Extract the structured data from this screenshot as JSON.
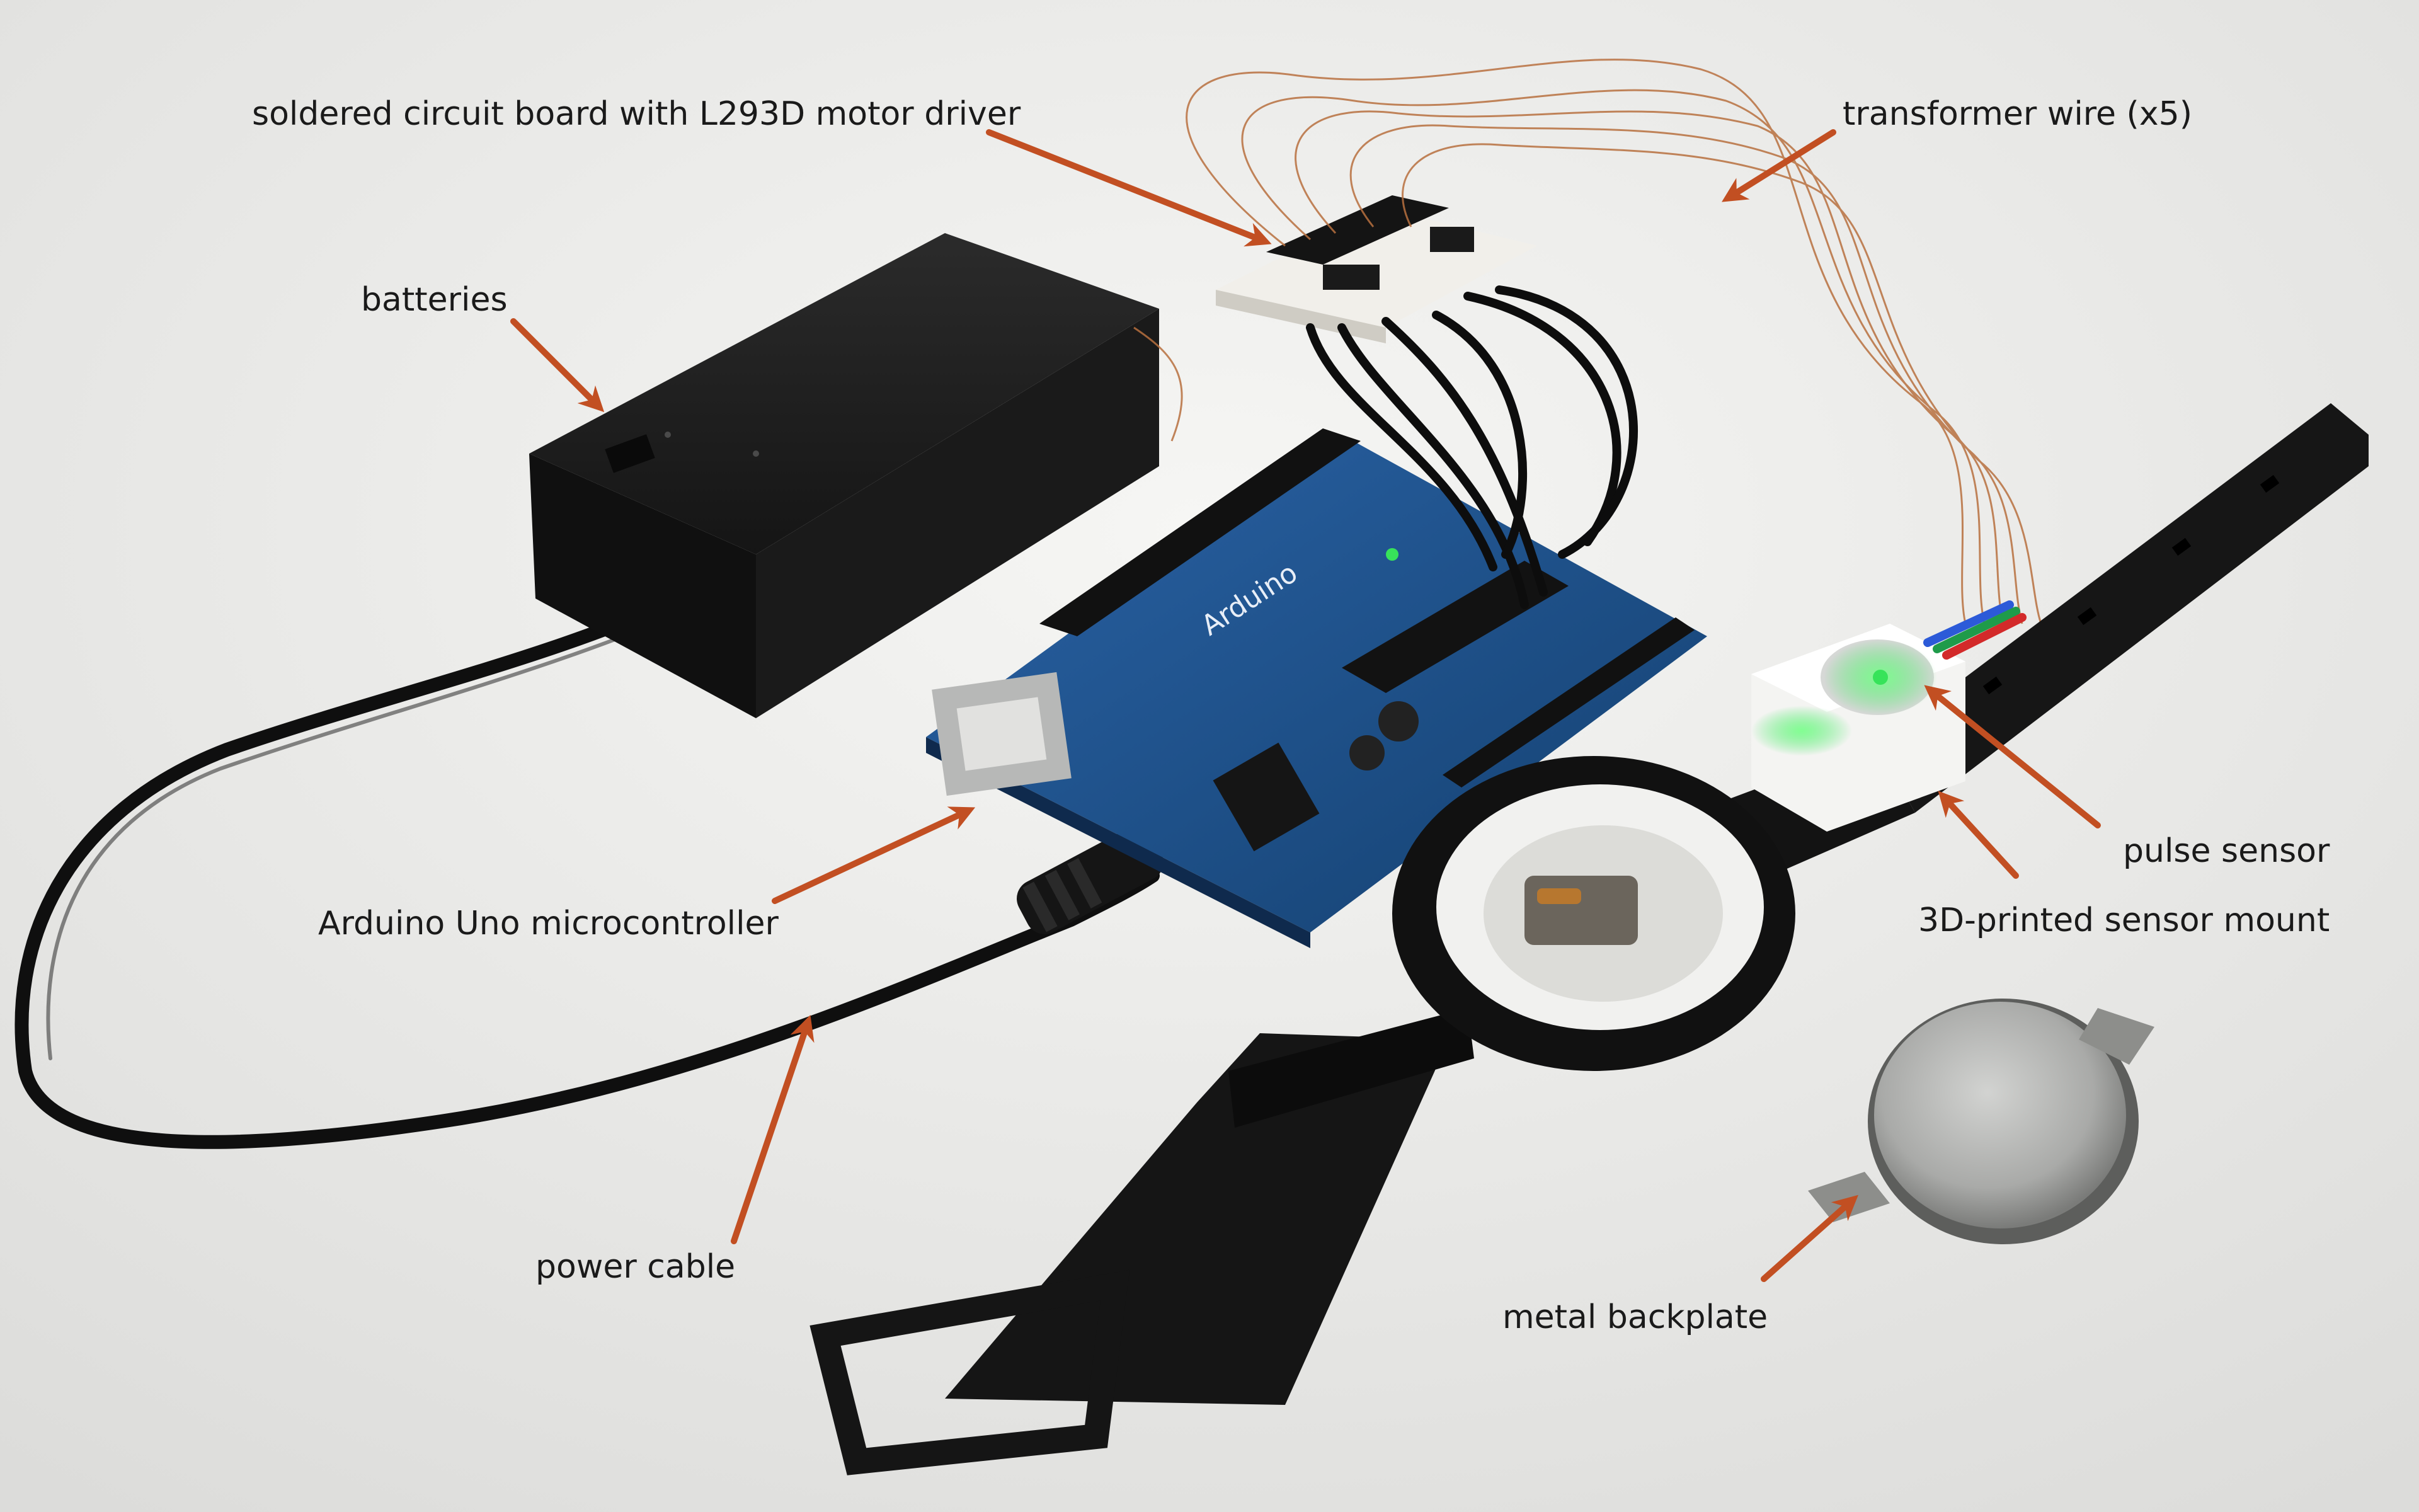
{
  "labels": {
    "circuit_board": "soldered circuit board with L293D motor driver",
    "transformer_wire": "transformer wire (x5)",
    "batteries": "batteries",
    "arduino": "Arduino Uno microcontroller",
    "pulse_sensor": "pulse sensor",
    "sensor_mount": "3D-printed sensor mount",
    "power_cable": "power cable",
    "backplate": "metal backplate"
  },
  "board_print": "Arduino",
  "colors": {
    "background": "#ececea",
    "arrow": "#c24f22",
    "black_plastic": "#131313",
    "board_blue": "#1d4e86",
    "led_green": "#37e35a",
    "copper_wire": "#b8703f",
    "steel": "#a9aaa8"
  }
}
